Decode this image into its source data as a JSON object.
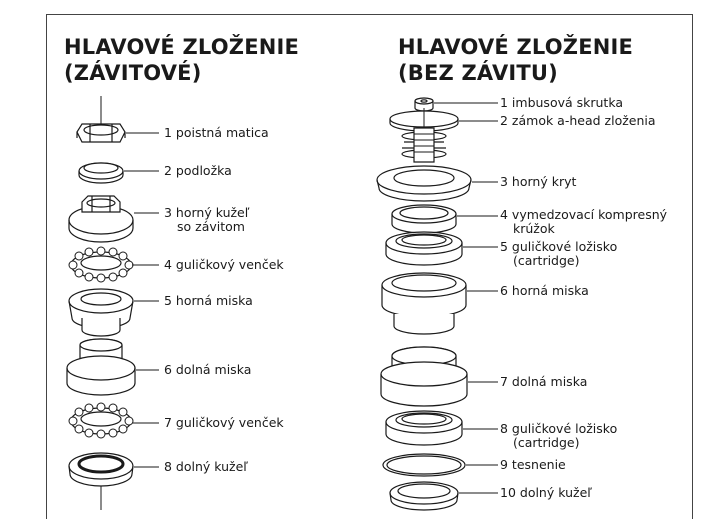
{
  "left_title": {
    "line1": "HLAVOVÉ ZLOŽENIE",
    "line2": "(ZÁVITOVÉ)"
  },
  "right_title": {
    "line1": "HLAVOVÉ ZLOŽENIE",
    "line2": "(BEZ ZÁVITU)"
  },
  "left_labels": [
    {
      "line1": "1 poistná matica"
    },
    {
      "line1": "2 podložka"
    },
    {
      "line1": "3 horný kužeľ",
      "line2": "so závitom"
    },
    {
      "line1": "4 guličkový venček"
    },
    {
      "line1": "5 horná miska"
    },
    {
      "line1": "6 dolná miska"
    },
    {
      "line1": "7 guličkový venček"
    },
    {
      "line1": "8 dolný kužeľ"
    }
  ],
  "right_labels": [
    {
      "line1": "1 imbusová skrutka"
    },
    {
      "line1": "2 zámok a-head zloženia"
    },
    {
      "line1": "3 horný kryt"
    },
    {
      "line1": "4 vymedzovací kompresný",
      "line2": "krúžok"
    },
    {
      "line1": "5 guličkové ložisko",
      "line2": "(cartridge)"
    },
    {
      "line1": "6 horná miska"
    },
    {
      "line1": "7 dolná miska"
    },
    {
      "line1": "8 guličkové ložisko",
      "line2": "(cartridge)"
    },
    {
      "line1": "9 tesnenie"
    },
    {
      "line1": "10 dolný kužeľ"
    }
  ],
  "colors": {
    "ink": "#1a1a1a",
    "frame": "#444444",
    "background": "#ffffff"
  }
}
